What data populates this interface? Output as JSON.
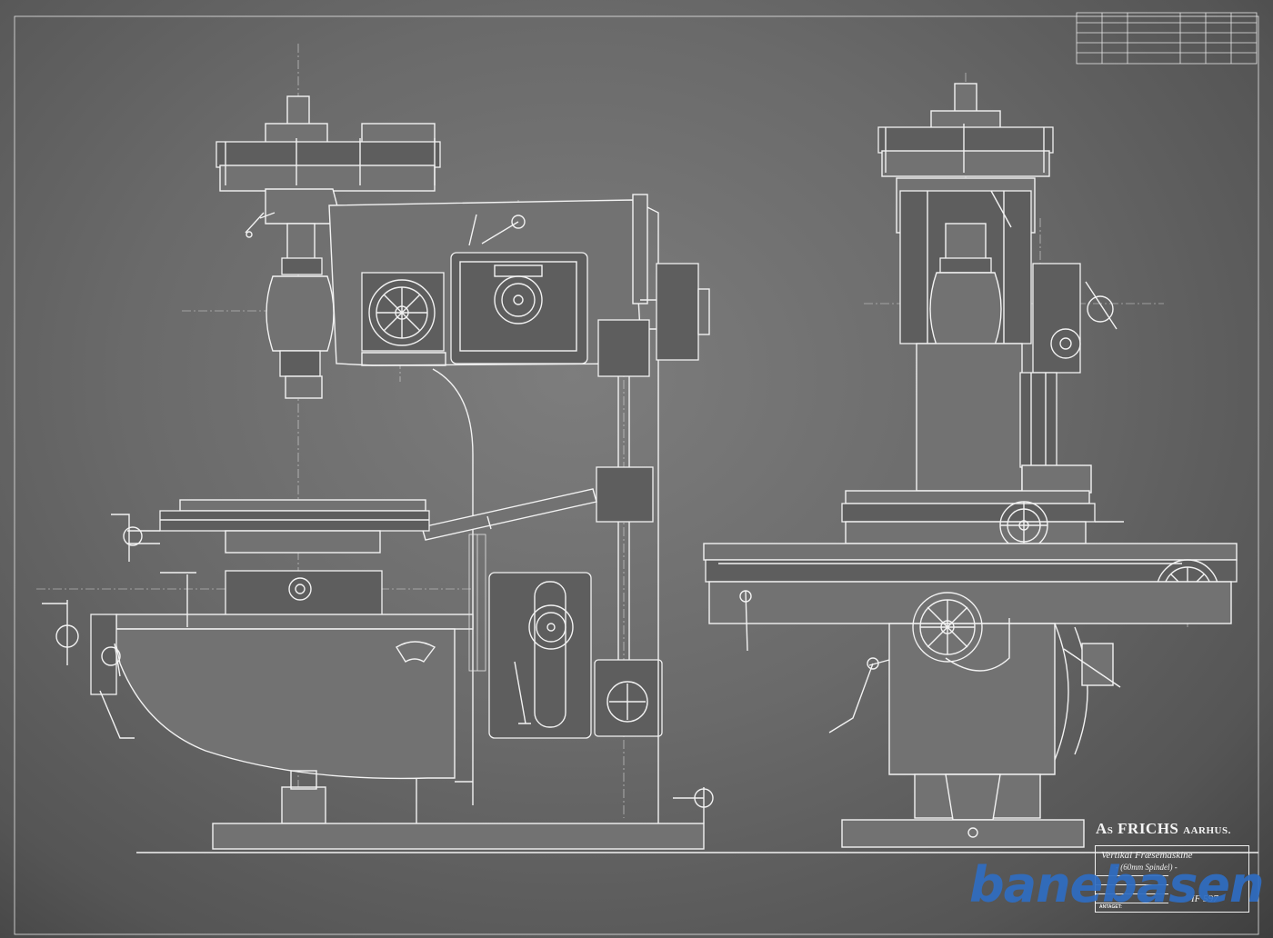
{
  "sheet": {
    "firm_prefix": "A",
    "firm_prefix_sub": "S",
    "firm_name": "FRICHS",
    "firm_city": "AARHUS.",
    "title": "Vertikal Fræsemaskine",
    "subtitle": "- (60mm Spindel) -",
    "drawing_number": "IF 597",
    "field_label": "ANTAGET:"
  },
  "watermark": {
    "text": "banebasen",
    "color": "#2f6dc2"
  },
  "colors": {
    "paper": "#6a6a6a",
    "line": "#f2f2f2"
  },
  "views": [
    "side-elevation",
    "front-elevation"
  ]
}
